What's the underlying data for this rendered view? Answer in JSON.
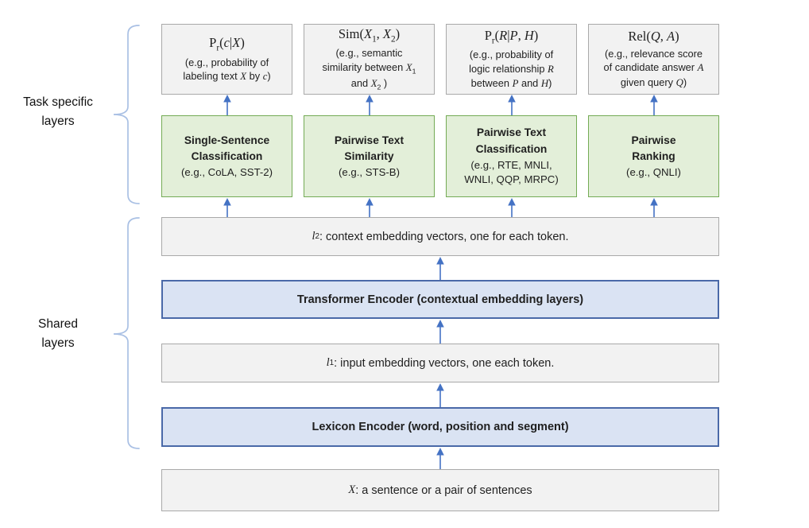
{
  "labels": {
    "task_specific": "Task specific\nlayers",
    "shared": "Shared\nlayers"
  },
  "output_boxes": [
    {
      "formula": "P<sub>r</sub>(<i>c</i>|<i>X</i>)",
      "desc": "(e.g., probability of\nlabeling text <i>X</i> by <i>c</i>)"
    },
    {
      "formula": "Sim(<i>X</i><sub>1</sub>, <i>X</i><sub>2</sub>)",
      "desc": "(e.g., semantic\nsimilarity between <i>X</i><sub>1</sub>\nand <i>X</i><sub>2</sub> )"
    },
    {
      "formula": "P<sub>r</sub>(<i>R</i>|<i>P</i>, <i>H</i>)",
      "desc": "(e.g., probability of\nlogic relationship <i>R</i>\nbetween <i>P</i> and <i>H</i>)"
    },
    {
      "formula": "Rel(<i>Q</i>, <i>A</i>)",
      "desc": "(e.g., relevance score\nof candidate answer <i>A</i>\ngiven query <i>Q</i>)"
    }
  ],
  "task_boxes": [
    {
      "title": "Single-Sentence\nClassification",
      "examples": "(e.g., CoLA, SST-2)"
    },
    {
      "title": "Pairwise Text\nSimilarity",
      "examples": "(e.g., STS-B)"
    },
    {
      "title": "Pairwise Text\nClassification",
      "examples": "(e.g., RTE, MNLI,\nWNLI, QQP, MRPC)"
    },
    {
      "title": "Pairwise\nRanking",
      "examples": "(e.g., QNLI)"
    }
  ],
  "shared_boxes": {
    "l2": "<i>l</i><sub>2</sub>: context embedding vectors, one for each token.",
    "transformer": "Transformer Encoder (contextual embedding layers)",
    "l1": "<i>l</i><sub>1</sub>: input embedding vectors, one each token.",
    "lexicon": "Lexicon Encoder (word, position and segment)",
    "input_x": "<i>X</i>: a sentence or a pair of sentences"
  },
  "colors": {
    "arrow_blue": "#4472c4",
    "brace_blue": "#a9c0e4",
    "gray_fill": "#f2f2f2",
    "gray_border": "#a9a9a9",
    "green_fill": "#e3efd9",
    "green_border": "#74ab55",
    "blue_fill": "#dae3f3",
    "blue_border": "#4a69a8",
    "text": "#1f1f1f"
  }
}
